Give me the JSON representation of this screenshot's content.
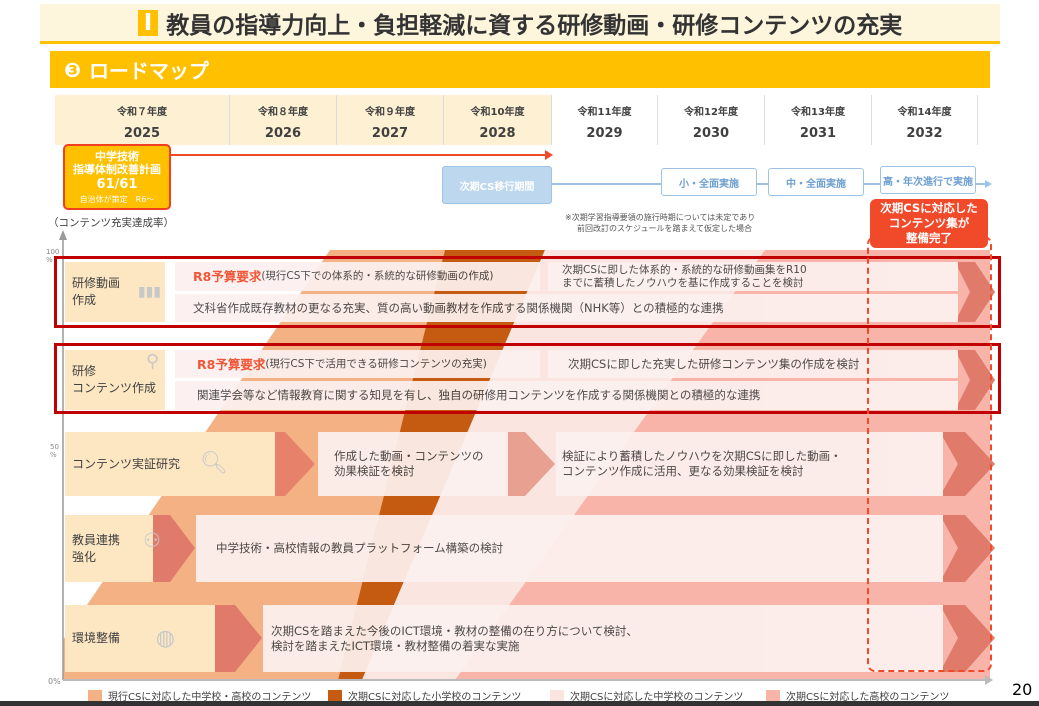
{
  "title": {
    "num": "Ⅰ",
    "text": "教員の指導力向上・負担軽減に資する研修動画・研修コンテンツの充実"
  },
  "section": {
    "num": "❸",
    "text": "ロードマップ"
  },
  "years": [
    {
      "wareki": "令和７年度",
      "year": "2025"
    },
    {
      "wareki": "令和８年度",
      "year": "2026"
    },
    {
      "wareki": "令和９年度",
      "year": "2027"
    },
    {
      "wareki": "令和10年度",
      "year": "2028"
    },
    {
      "wareki": "令和11年度",
      "year": "2029"
    },
    {
      "wareki": "令和12年度",
      "year": "2030"
    },
    {
      "wareki": "令和13年度",
      "year": "2031"
    },
    {
      "wareki": "令和14年度",
      "year": "2032"
    }
  ],
  "plan": {
    "l1": "中学技術",
    "l2": "指導体制改善計画",
    "l3": "61/61",
    "l4": "自治体が策定　R6～"
  },
  "schedule": {
    "transition": "次期CS移行期間",
    "elem": "小・全面実施",
    "jh": "中・全面実施",
    "hs": "高・年次進行で実施",
    "note1": "※次期学習指導要領の施行時期については未定であり",
    "note2": "前回改訂のスケジュールを踏まえて仮定した場合"
  },
  "done": {
    "l1": "次期CSに対応した",
    "l2": "コンテンツ集が",
    "l3": "整備完了"
  },
  "axis": {
    "label": "（コンテンツ充実達成率）",
    "t100": "100",
    "t50": "50",
    "pct": "%",
    "t0": "0%"
  },
  "rows": [
    {
      "label1": "研修動画",
      "label2": "作成",
      "budget": "R8予算要求",
      "budget_desc": "(現行CS下での体系的・系統的な研修動画の作成)",
      "next1": "次期CSに即した体系的・系統的な研修動画集をR10",
      "next2": "までに蓄積したノウハウを基に作成することを検討",
      "collab": "文科省作成既存教材の更なる充実、質の高い動画教材を作成する関係機関（NHK等）との積極的な連携"
    },
    {
      "label1": "研修",
      "label2": "コンテンツ作成",
      "budget": "R8予算要求",
      "budget_desc": "(現行CS下で活用できる研修コンテンツの充実)",
      "next1": "次期CSに即した充実した研修コンテンツ集の作成を検討",
      "collab": "関連学会等など情報教育に関する知見を有し、独自の研修用コンテンツを作成する関係機関との積極的な連携"
    },
    {
      "label1": "コンテンツ実証研究",
      "c1a": "作成した動画・コンテンツの",
      "c1b": "効果検証を検討",
      "c2a": "検証により蓄積したノウハウを次期CSに即した動画・",
      "c2b": "コンテンツ作成に活用、更なる効果検証を検討"
    },
    {
      "label1": "教員連携",
      "label2": "強化",
      "c1a": "中学技術・高校情報の教員プラットフォーム構築の検討"
    },
    {
      "label1": "環境整備",
      "c1a": "次期CSを踏まえた今後のICT環境・教材の整備の在り方について検討、",
      "c1b": "検討を踏まえたICT環境・教材整備の着実な実施"
    }
  ],
  "legend": [
    {
      "label": "現行CSに対応した中学校・高校のコンテンツ",
      "color": "#f4b183"
    },
    {
      "label": "次期CSに対応した小学校のコンテンツ",
      "color": "#c55a11"
    },
    {
      "label": "次期CSに対応した中学校のコンテンツ",
      "color": "#fbe5e1"
    },
    {
      "label": "次期CSに対応した高校のコンテンツ",
      "color": "#f8b4a8"
    }
  ],
  "page": "20"
}
